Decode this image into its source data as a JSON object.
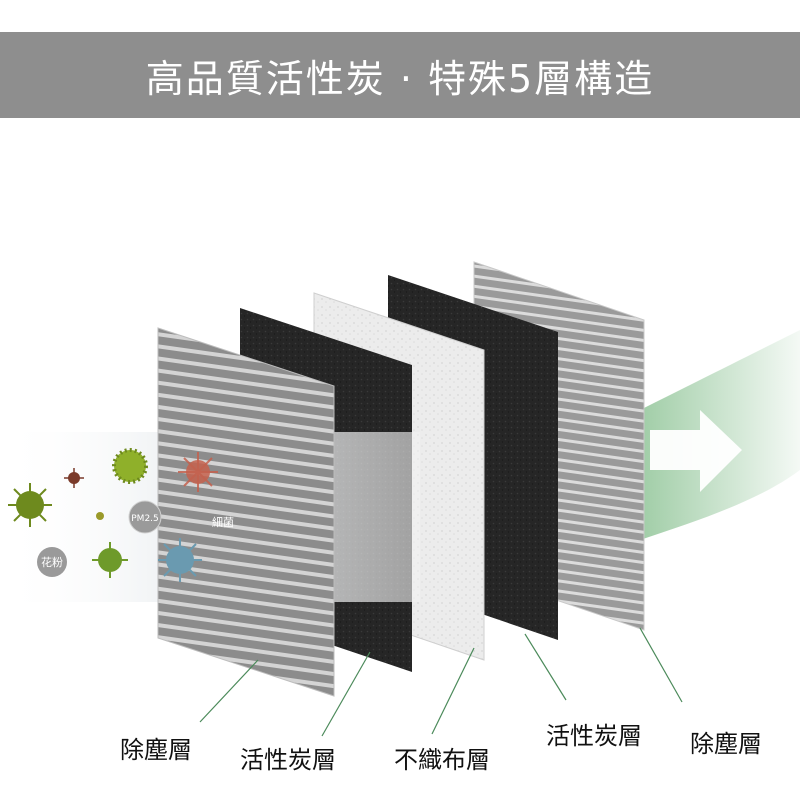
{
  "header": {
    "title": "高品質活性炭 · 特殊5層構造"
  },
  "particles": {
    "pm25": "PM2.5",
    "pollen": "花粉",
    "bacteria": "細菌"
  },
  "layers": [
    {
      "label": "除塵層"
    },
    {
      "label": "活性炭層"
    },
    {
      "label": "不織布層"
    },
    {
      "label": "活性炭層"
    },
    {
      "label": "除塵層"
    }
  ],
  "colors": {
    "banner": "#8e8e8e",
    "stripe_layer": "#8a8a8a",
    "carbon_layer": "#2a2a2a",
    "nonwoven_layer": "#ececec",
    "arrow_green": "#3f9a4c"
  },
  "icons": {
    "flow_arrow": "right-arrow-icon",
    "virus": "virus-icon"
  }
}
